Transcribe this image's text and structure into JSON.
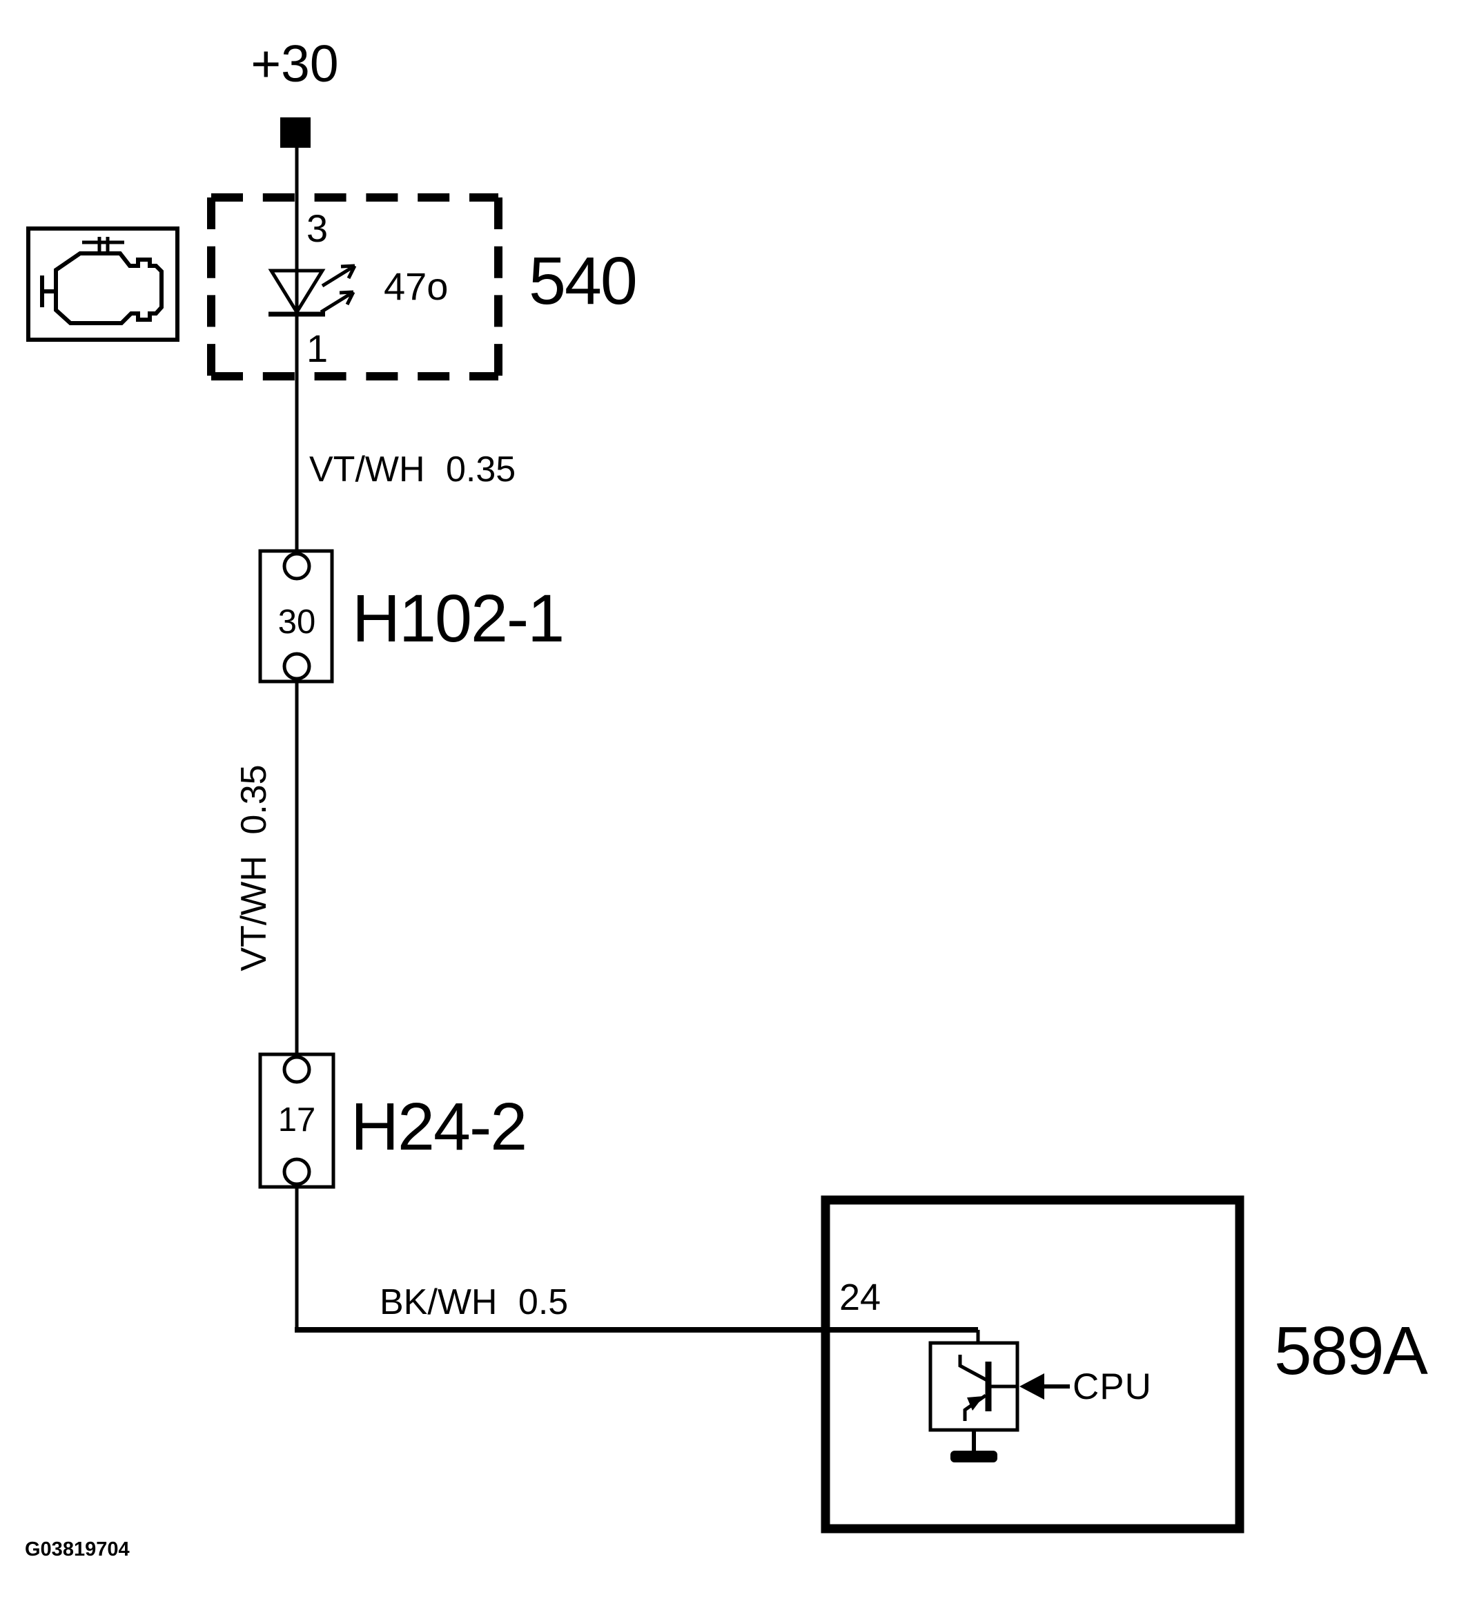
{
  "power_rail": {
    "label": "+30"
  },
  "component_540": {
    "code": "540",
    "pin_top": "3",
    "pin_bottom": "1",
    "bulb": "47o"
  },
  "wires": {
    "w1": "VT/WH 0.35",
    "w2": "VT/WH 0.35",
    "w3": "BK/WH 0.5"
  },
  "connectors": {
    "h102_1": {
      "pin": "30",
      "label": "H102-1"
    },
    "h24_2": {
      "pin": "17",
      "label": "H24-2"
    }
  },
  "control_unit": {
    "code": "589A",
    "pin": "24",
    "cpu": "CPU"
  },
  "footer": {
    "figure_code": "G03819704"
  },
  "colors": {
    "ink": "#000000",
    "background": "#ffffff"
  }
}
